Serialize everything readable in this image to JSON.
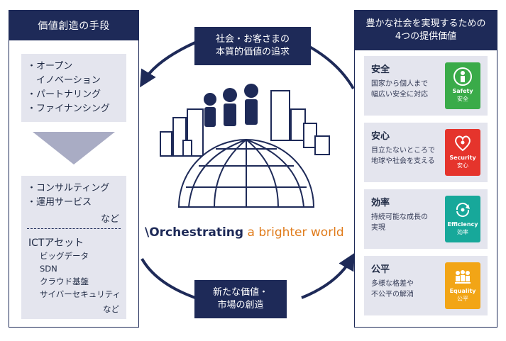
{
  "left_panel": {
    "header": "価値創造の手段",
    "top_items": [
      "・オープン",
      "　イノベーション",
      "・パートナリング",
      "・ファイナンシング"
    ],
    "bottom_items": [
      "・コンサルティング",
      "・運用サービス"
    ],
    "bottom_etc": "など",
    "ict_title": "ICTアセット",
    "ict_items": [
      "ビッグデータ",
      "SDN",
      "クラウド基盤",
      "サイバーセキュリティ"
    ],
    "ict_etc": "など"
  },
  "center": {
    "top_callout": [
      "社会・お客さまの",
      "本質的価値の追求"
    ],
    "bottom_callout": [
      "新たな価値・",
      "市場の創造"
    ],
    "slogan_part1": "\\Orchestrating",
    "slogan_part2": " a brighter world"
  },
  "right_panel": {
    "header_line1": "豊かな社会を実現するための",
    "header_line2": "4つの提供価値",
    "values": [
      {
        "title": "安全",
        "desc": [
          "国家から個人まで",
          "幅広い安全に対応"
        ],
        "badge_en": "Safety",
        "badge_jp": "安全",
        "color": "#3aab49"
      },
      {
        "title": "安心",
        "desc": [
          "目立たないところで",
          "地球や社会を支える"
        ],
        "badge_en": "Security",
        "badge_jp": "安心",
        "color": "#e5342c"
      },
      {
        "title": "効率",
        "desc": [
          "持続可能な成長の",
          "実現"
        ],
        "badge_en": "Efficiency",
        "badge_jp": "効率",
        "color": "#17a89a"
      },
      {
        "title": "公平",
        "desc": [
          "多様な格差や",
          "不公平の解消"
        ],
        "badge_en": "Equality",
        "badge_jp": "公平",
        "color": "#f2a516"
      }
    ]
  },
  "colors": {
    "navy": "#1e2a58",
    "grey_box": "#e4e5ee",
    "accent_orange": "#e07b1a"
  }
}
